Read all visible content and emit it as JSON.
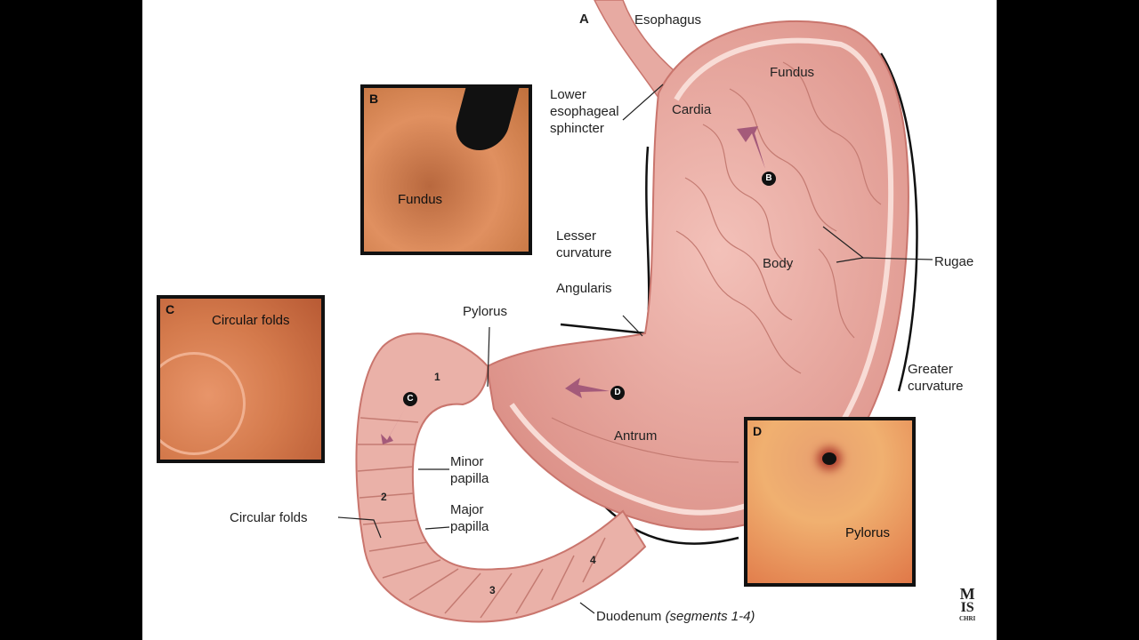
{
  "figure_letter": "A",
  "labels": {
    "esophagus": "Esophagus",
    "fundus": "Fundus",
    "cardia": "Cardia",
    "les": [
      "Lower",
      "esophageal",
      "sphincter"
    ],
    "lesser_curvature": [
      "Lesser",
      "curvature"
    ],
    "angularis": "Angularis",
    "pylorus": "Pylorus",
    "body": "Body",
    "rugae": "Rugae",
    "greater_curvature": [
      "Greater",
      "curvature"
    ],
    "antrum": "Antrum",
    "minor_papilla": [
      "Minor",
      "papilla"
    ],
    "major_papilla": [
      "Major",
      "papilla"
    ],
    "circular_folds": "Circular folds",
    "duodenum": "Duodenum",
    "duodenum_note": "(segments 1-4)"
  },
  "segments": [
    "1",
    "2",
    "3",
    "4"
  ],
  "markers": [
    "B",
    "C",
    "D"
  ],
  "insets": {
    "b": {
      "letter": "B",
      "text": "Fundus"
    },
    "c": {
      "letter": "C",
      "text": "Circular folds"
    },
    "d": {
      "letter": "D",
      "text": "Pylorus"
    }
  },
  "logo": {
    "top": "M",
    "mid": "IS",
    "bottom": "CHRI"
  },
  "colors": {
    "tissue": "#e9a8a0",
    "tissue_dark": "#c9756d",
    "wall": "#f6d5cf",
    "arrow": "#a45a7a"
  }
}
